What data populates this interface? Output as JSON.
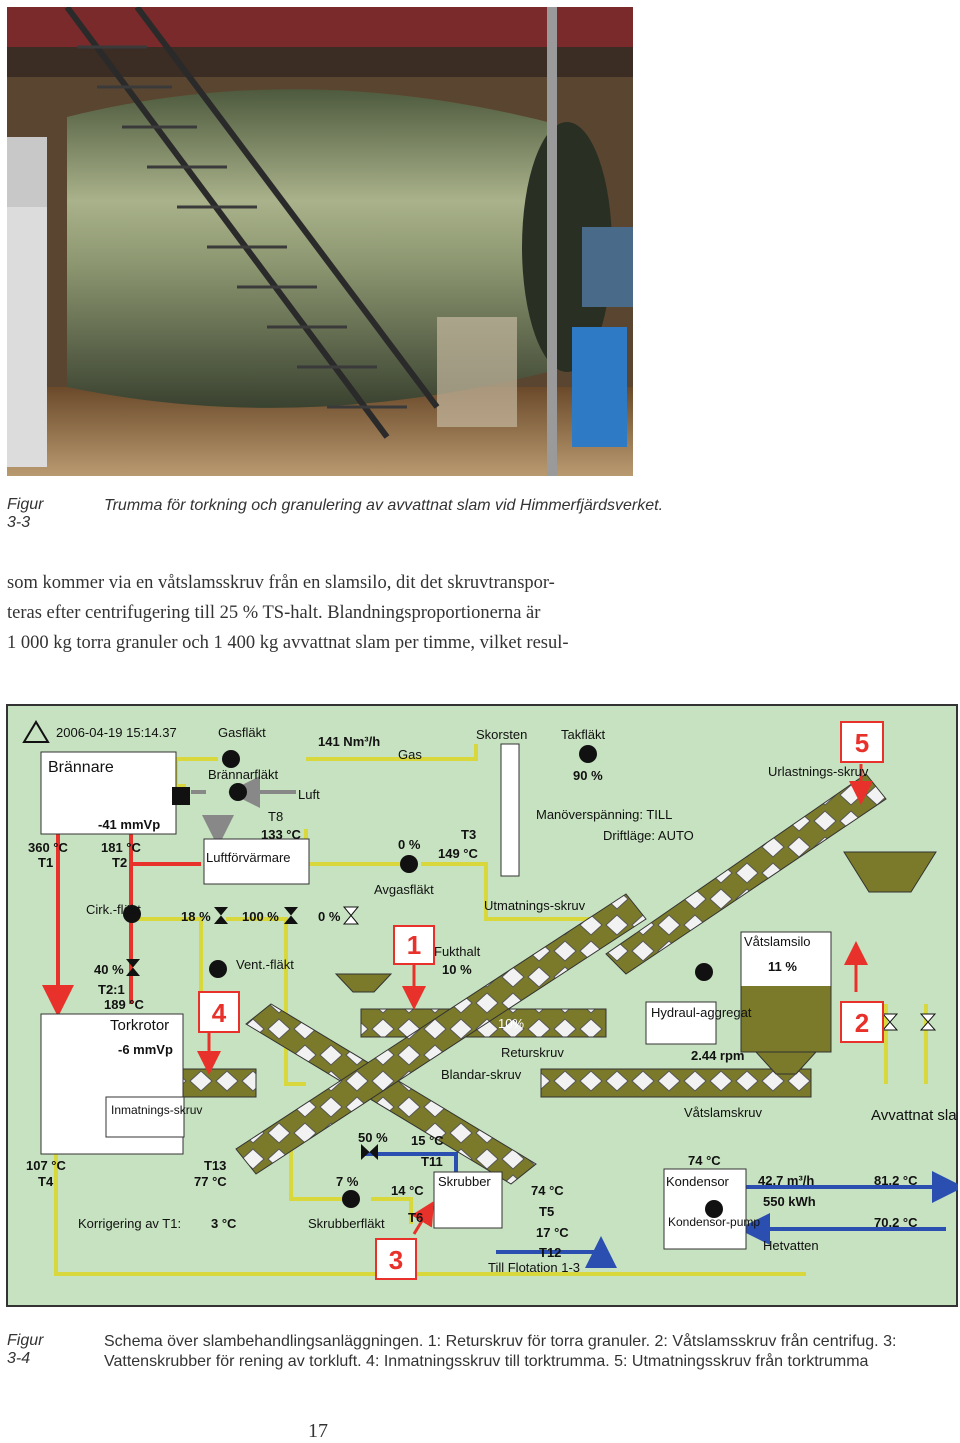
{
  "figure1": {
    "label": "Figur 3-3",
    "caption": "Trumma för torkning och granulering av avvattnat slam vid Himmerfjärdsverket."
  },
  "body_text": [
    "som kommer via en våtslamsskruv från en slamsilo, dit det skruvtranspor-",
    "teras efter centrifugering till 25 % TS-halt. Blandningsproportionerna är",
    "1 000 kg torra granuler och 1 400 kg avvattnat slam per timme, vilket resul-"
  ],
  "diagram": {
    "timestamp": "2006-04-19 15:14.37",
    "labels": {
      "brannare": "Brännare",
      "gasflakt": "Gasfläkt",
      "flow": "141 Nm³/h",
      "gas": "Gas",
      "skorsten": "Skorsten",
      "takflakt": "Takfläkt",
      "takflakt_pct": "90 %",
      "brannarflakt": "Brännarfläkt",
      "luft": "Luft",
      "urlastning": "Urlastnings-skruv",
      "t8": "T8",
      "t8_val": "133 °C",
      "pressure1": "-41 mmVp",
      "manover": "Manöverspänning: TILL",
      "driftlage": "Driftläge: AUTO",
      "t1_val": "360 °C",
      "t1": "T1",
      "t2_val": "181 °C",
      "t2": "T2",
      "luftforvarmare": "Luftförvärmare",
      "avgas_pct": "0 %",
      "t3": "T3",
      "t3_val": "149 °C",
      "avgasflakt": "Avgasfläkt",
      "cirkflakt": "Cirk.-fläkt",
      "valve1": "18 %",
      "valve2": "100 %",
      "valve3": "0 %",
      "utmatning": "Utmatnings-skruv",
      "fukthalt": "Fukthalt",
      "fukthalt_val": "10 %",
      "vatslamsilo": "Våtslamsilo",
      "silo_pct": "11 %",
      "valve4": "40 %",
      "ventflakt": "Vent.-fläkt",
      "t21": "T2:1",
      "t21_val": "189 °C",
      "torkrotor": "Torkrotor",
      "pressure2": "-6 mmVp",
      "retur_pct": "10%",
      "returskruv": "Returskruv",
      "hydraul": "Hydraul-aggregat",
      "rpm": "2.44 rpm",
      "blandarskruv": "Blandar-skruv",
      "inmatning": "Inmatnings-skruv",
      "vatslamskruv": "Våtslamskruv",
      "avvattnat": "Avvattnat slam",
      "valve5": "50 %",
      "t11_val": "15 °C",
      "t11": "T11",
      "t4_val": "107 °C",
      "t4": "T4",
      "t13": "T13",
      "t13_val": "77 °C",
      "scrub_pct": "7 %",
      "t6_val": "14 °C",
      "t6": "T6",
      "skrubber": "Skrubber",
      "t5_val": "74 °C",
      "t5": "T5",
      "t12_val": "17 °C",
      "t12": "T12",
      "kond_temp": "74 °C",
      "kondensor": "Kondensor",
      "kond_flow": "42.7 m³/h",
      "kond_energy": "550 kWh",
      "kond_out": "81.2 °C",
      "kond_ret": "70.2 °C",
      "kondpump": "Kondensor-pump",
      "hetvatten": "Hetvatten",
      "korrigering": "Korrigering av T1:",
      "korr_val": "3 °C",
      "skrubberflakt": "Skrubberfläkt",
      "flotation": "Till Flotation 1-3",
      "n1": "1",
      "n2": "2",
      "n3": "3",
      "n4": "4",
      "n5": "5"
    }
  },
  "figure2": {
    "label": "Figur 3-4",
    "caption": "Schema över slambehandlingsanläggningen. 1: Returskruv för torra granuler. 2: Våtslamsskruv från centrifug. 3: Vattenskrubber för rening av torkluft. 4: Inmatningsskruv till torktrumma. 5: Utmatningsskruv från torktrumma"
  },
  "page_number": "17",
  "colors": {
    "diagram_bg": "#c7e2c0",
    "red_pipe": "#e8312a",
    "yellow_pipe": "#d8d83c",
    "blue_pipe": "#2a4fb0",
    "screw": "#7a7a2a",
    "callout": "#e8312a"
  }
}
